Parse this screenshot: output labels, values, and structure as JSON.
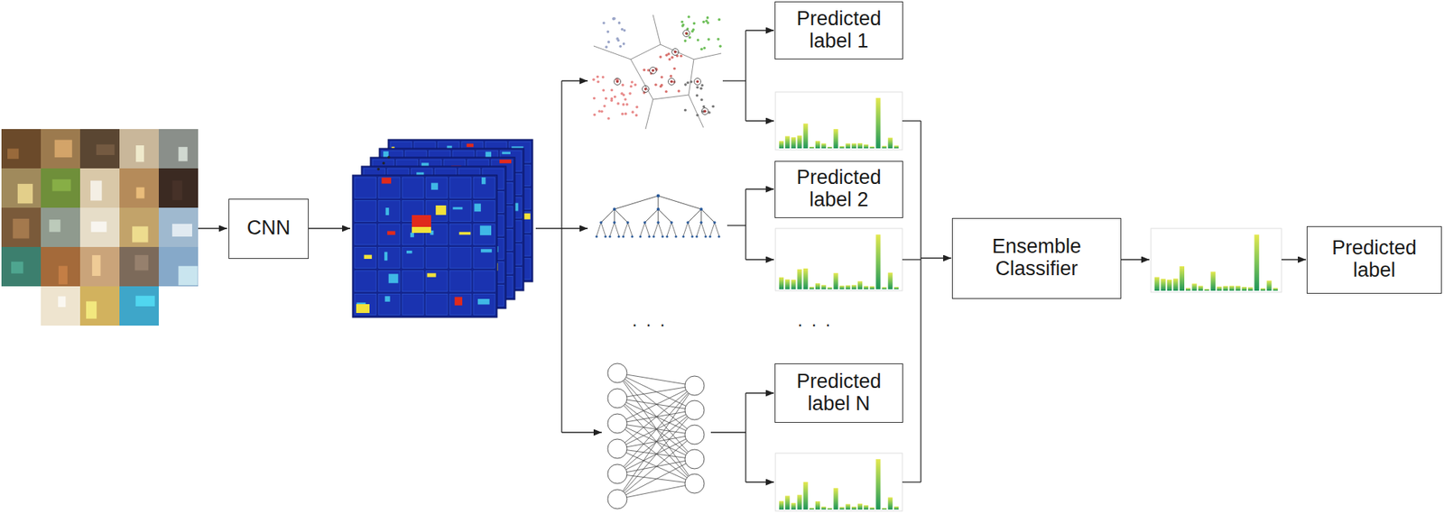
{
  "diagram": {
    "nodes": [
      {
        "text": [
          "CNN"
        ]
      },
      {
        "text": [
          "Predicted label 1"
        ]
      },
      {
        "text": [
          "Predicted label 2"
        ]
      },
      {
        "text": [
          "Predicted label N"
        ]
      },
      {
        "text": [
          "Ensemble Classifier"
        ]
      },
      {
        "text": [
          "Predicted label"
        ]
      }
    ],
    "labels": [
      "· · ·",
      "· · ·"
    ]
  }
}
